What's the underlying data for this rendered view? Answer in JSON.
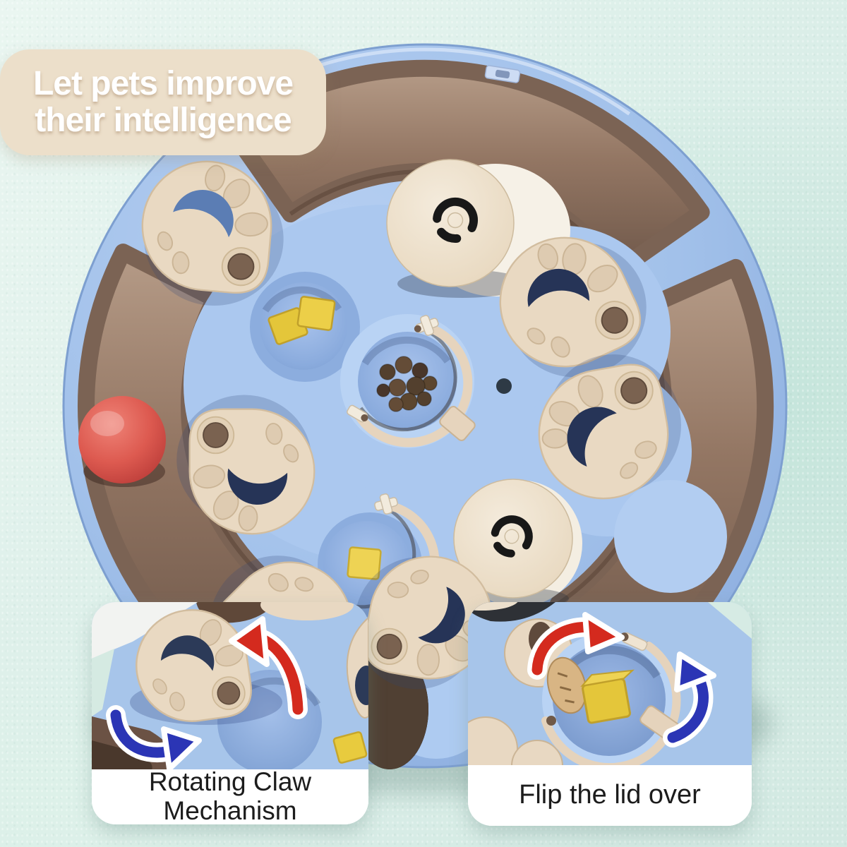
{
  "badge": {
    "line1": "Let pets improve",
    "line2": "their intelligence"
  },
  "panels": {
    "left": {
      "caption_line1": "Rotating Claw",
      "caption_line2": "Mechanism"
    },
    "right": {
      "caption": "Flip the lid over"
    }
  },
  "icons": {
    "left_panel_red_arrow": "curved-rotate-arrow-red",
    "left_panel_blue_arrow": "curved-rotate-arrow-blue",
    "right_panel_red_arrow": "curved-rotate-arrow-red",
    "right_panel_blue_arrow": "curved-rotate-arrow-blue"
  },
  "palette": {
    "background_teal": "#d9ece6",
    "badge_beige": "#ecdfca",
    "headline_white": "#ffffff",
    "toy_blue": "#9cbce7",
    "toy_blue_light": "#b9d3f3",
    "bowl_blue": "#7d9fd2",
    "track_brown_light": "#b39a86",
    "track_brown_dark": "#6f584a",
    "slider_beige": "#e9d9c2",
    "dome_cream": "#ece0cd",
    "hole_navy": "#263457",
    "ball_red": "#d84a44",
    "treat_yellow": "#e4c63a",
    "kibble_brown": "#53402e",
    "arrow_red": "#d42a1e",
    "arrow_blue": "#2b35b5",
    "caption_text": "#1c1c1c"
  }
}
